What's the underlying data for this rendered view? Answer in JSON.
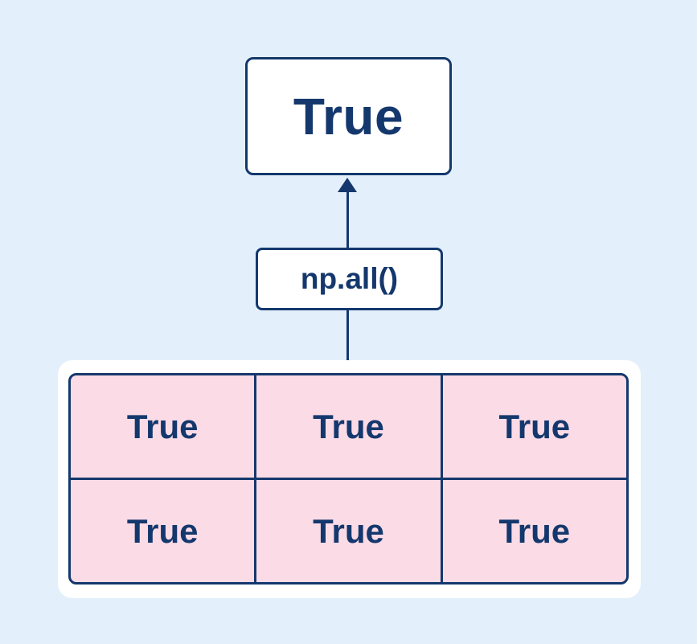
{
  "diagram": {
    "title_semantic": "np.all() reduces an array of booleans to a single boolean",
    "result": {
      "label": "True"
    },
    "function": {
      "label": "np.all()"
    },
    "array": {
      "rows": 2,
      "cols": 3,
      "cells": [
        [
          "True",
          "True",
          "True"
        ],
        [
          "True",
          "True",
          "True"
        ]
      ]
    },
    "colors": {
      "background": "#e3f0fc",
      "navy": "#14386d",
      "pink": "#fbdbe6",
      "white": "#ffffff"
    }
  }
}
